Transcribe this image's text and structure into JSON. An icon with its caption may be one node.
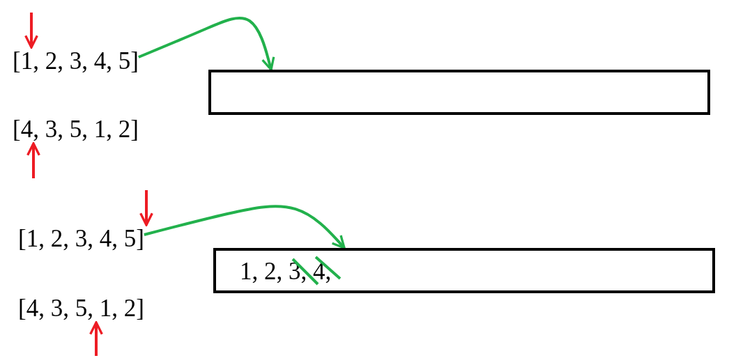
{
  "diagram": {
    "nodes": [
      {
        "text": [
          "[1, 2, 3, 4, 5]"
        ]
      },
      {
        "text": [],
        "shape": "box"
      },
      {
        "text": [
          "[4, 3, 5, 1, 2]"
        ]
      },
      {
        "text": [
          "[1, 2, 3, 4, 5]"
        ]
      },
      {
        "text": [
          "1, 2, 3, 4,"
        ]
      },
      {
        "text": [
          "[4, 3, 5, 1, 2]"
        ]
      }
    ],
    "edges": [
      {
        "from": 0,
        "to": 1,
        "arrow": "to",
        "color": "#22b14c"
      },
      {
        "from": 3,
        "to": 4,
        "arrow": "to",
        "color": "#22b14c"
      },
      {
        "from": null,
        "to": 0,
        "arrow": "to",
        "color": "#ed1c24"
      },
      {
        "from": null,
        "to": 2,
        "arrow": "to",
        "color": "#ed1c24"
      },
      {
        "from": null,
        "to": 3,
        "arrow": "to",
        "color": "#ed1c24"
      },
      {
        "from": null,
        "to": 5,
        "arrow": "to",
        "color": "#ed1c24"
      }
    ]
  }
}
